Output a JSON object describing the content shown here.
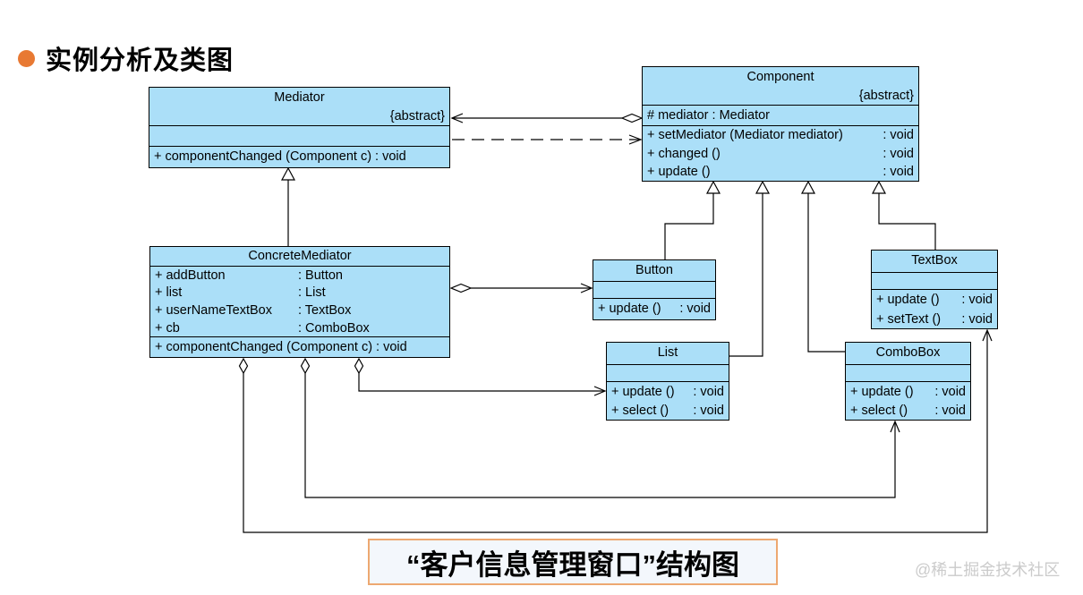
{
  "page": {
    "title": "实例分析及类图",
    "caption": "“客户信息管理窗口”结构图",
    "watermark": "@稀土掘金技术社区"
  },
  "colors": {
    "accent_orange": "#e87933",
    "class_fill": "#abdff8",
    "caption_border": "#eda871",
    "caption_bg": "#f3f7fc",
    "watermark_gray": "#cbcbcb"
  },
  "classes": {
    "mediator": {
      "name": "Mediator",
      "stereotype": "{abstract}",
      "operations": [
        "+ componentChanged (Component c) : void"
      ]
    },
    "component": {
      "name": "Component",
      "stereotype": "{abstract}",
      "attributes": [
        "# mediator : Mediator"
      ],
      "operations": [
        {
          "sig": "+ setMediator (Mediator mediator)",
          "ret": ": void"
        },
        {
          "sig": "+ changed ()",
          "ret": ": void"
        },
        {
          "sig": "+ update ()",
          "ret": ": void"
        }
      ]
    },
    "concrete_mediator": {
      "name": "ConcreteMediator",
      "attributes": [
        {
          "name": "+ addButton",
          "type": ": Button"
        },
        {
          "name": "+ list",
          "type": ": List"
        },
        {
          "name": "+ userNameTextBox",
          "type": ": TextBox"
        },
        {
          "name": "+ cb",
          "type": ": ComboBox"
        }
      ],
      "operations": [
        "+ componentChanged (Component c) : void"
      ]
    },
    "button": {
      "name": "Button",
      "operations": [
        {
          "sig": "+ update ()",
          "ret": ": void"
        }
      ]
    },
    "list": {
      "name": "List",
      "operations": [
        {
          "sig": "+ update ()",
          "ret": ": void"
        },
        {
          "sig": "+ select ()",
          "ret": ": void"
        }
      ]
    },
    "textbox": {
      "name": "TextBox",
      "operations": [
        {
          "sig": "+ update ()",
          "ret": ": void"
        },
        {
          "sig": "+ setText ()",
          "ret": ": void"
        }
      ]
    },
    "combobox": {
      "name": "ComboBox",
      "operations": [
        {
          "sig": "+ update ()",
          "ret": ": void"
        },
        {
          "sig": "+ select ()",
          "ret": ": void"
        }
      ]
    }
  },
  "relationships": [
    {
      "type": "aggregation",
      "from": "Component",
      "to": "Mediator"
    },
    {
      "type": "dependency",
      "from": "Mediator",
      "to": "Component"
    },
    {
      "type": "generalization",
      "from": "ConcreteMediator",
      "to": "Mediator"
    },
    {
      "type": "generalization",
      "from": "Button",
      "to": "Component"
    },
    {
      "type": "generalization",
      "from": "List",
      "to": "Component"
    },
    {
      "type": "generalization",
      "from": "ComboBox",
      "to": "Component"
    },
    {
      "type": "generalization",
      "from": "TextBox",
      "to": "Component"
    },
    {
      "type": "aggregation",
      "from": "ConcreteMediator",
      "to": "Button"
    },
    {
      "type": "aggregation",
      "from": "ConcreteMediator",
      "to": "List"
    },
    {
      "type": "aggregation",
      "from": "ConcreteMediator",
      "to": "ComboBox"
    },
    {
      "type": "aggregation",
      "from": "ConcreteMediator",
      "to": "TextBox"
    }
  ]
}
